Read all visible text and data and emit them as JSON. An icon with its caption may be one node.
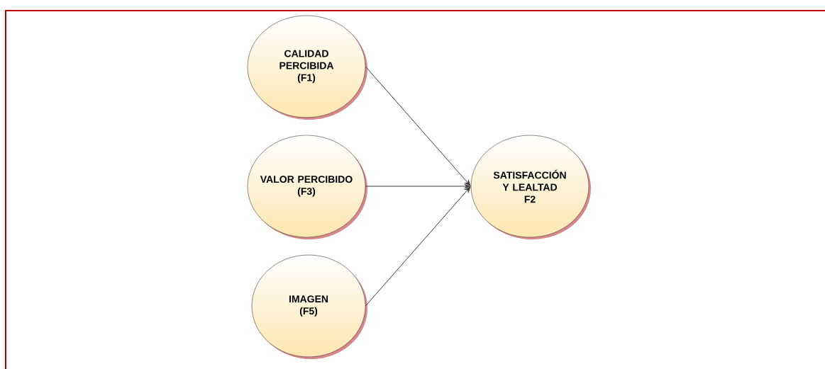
{
  "diagram": {
    "nodes": [
      {
        "text": [
          "CALIDAD PERCIBIDA",
          "(F1)"
        ]
      },
      {
        "text": [
          "VALOR PERCIBIDO",
          "(F3)"
        ]
      },
      {
        "text": [
          "IMAGEN",
          "(F5)"
        ]
      },
      {
        "text": [
          "SATISFACCIÓN Y LEALTAD",
          "F2"
        ]
      }
    ],
    "edges": [
      {
        "from": 0,
        "to": 3,
        "arrow": "to"
      },
      {
        "from": 1,
        "to": 3,
        "arrow": "to"
      },
      {
        "from": 2,
        "to": 3,
        "arrow": "to"
      }
    ]
  }
}
